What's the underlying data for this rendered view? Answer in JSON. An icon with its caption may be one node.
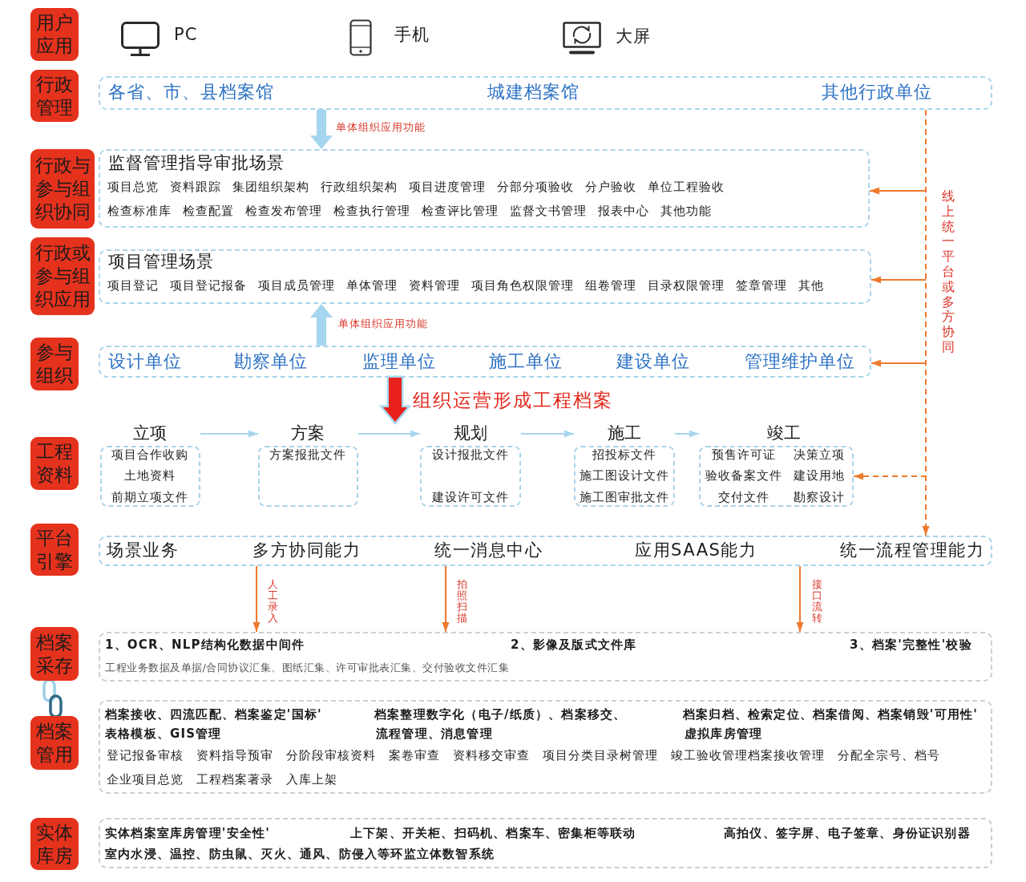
{
  "diagram": {
    "nodes": [
      {
        "text": [
          "用户应用"
        ]
      },
      {
        "text": [
          "行政管理"
        ]
      },
      {
        "text": [
          "各省、市、县档案馆",
          "城建档案馆",
          "其他行政单位"
        ]
      },
      {
        "text": [
          "行政与参与组织协同"
        ]
      },
      {
        "text": [
          "监督管理指导审批场景",
          "项目总览",
          "资料跟踪",
          "集团组织架构",
          "行政组织架构",
          "项目进度管理",
          "分部分项验收",
          "分户验收",
          "单位工程验收",
          "检查标准库",
          "检查配置",
          "检查发布管理",
          "检查执行管理",
          "检查评比管理",
          "监督文书管理",
          "报表中心",
          "其他功能"
        ]
      },
      {
        "text": [
          "行政或参与组织应用"
        ]
      },
      {
        "text": [
          "项目管理场景",
          "项目登记",
          "项目登记报备",
          "项目成员管理",
          "单体管理",
          "资料管理",
          "项目角色权限管理",
          "组卷管理",
          "目录权限管理",
          "签章管理",
          "其他"
        ]
      },
      {
        "text": [
          "参与组织"
        ]
      },
      {
        "text": [
          "设计单位",
          "勘察单位",
          "监理单位",
          "施工单位",
          "建设单位",
          "管理维护单位"
        ]
      },
      {
        "text": [
          "工程资料"
        ]
      },
      {
        "text": [
          "立项",
          "项目合作收购",
          "土地资料",
          "前期立项文件"
        ]
      },
      {
        "text": [
          "方案",
          "方案报批文件"
        ]
      },
      {
        "text": [
          "规划",
          "设计报批文件",
          "建设许可文件"
        ]
      },
      {
        "text": [
          "施工",
          "招投标文件",
          "施工图设计文件",
          "施工图审批文件"
        ]
      },
      {
        "text": [
          "竣工",
          "预售许可证",
          "决策立项",
          "验收备案文件",
          "建设用地",
          "交付文件",
          "勘察设计"
        ]
      },
      {
        "text": [
          "平台引擎"
        ]
      },
      {
        "text": [
          "场景业务",
          "多方协同能力",
          "统一消息中心",
          "应用SAAS能力",
          "统一流程管理能力"
        ]
      },
      {
        "text": [
          "档案采存"
        ]
      },
      {
        "text": [
          "1、OCR、NLP结构化数据中间件",
          "2、影像及版式文件库",
          "3、档案'完整性'校验",
          "工程业务数据及单据/合同协议汇集、图纸汇集、许可审批表汇集、交付验收文件汇集"
        ]
      },
      {
        "text": [
          "档案管用"
        ]
      },
      {
        "text": [
          "档案接收、四流匹配、档案鉴定'国标'",
          "档案整理数字化（电子/纸质）、档案移交、",
          "档案归档、检索定位、档案借阅、档案销毁'可用性'",
          "表格模板、GIS管理",
          "流程管理、消息管理",
          "虚拟库房管理",
          "登记报备审核",
          "资料指导预审",
          "分阶段审核资料",
          "案卷审查",
          "资料移交审查",
          "项目分类目录树管理",
          "竣工验收管理档案接收管理",
          "分配全宗号、档号",
          "企业项目总览",
          "工程档案著录",
          "入库上架"
        ]
      },
      {
        "text": [
          "实体库房"
        ]
      },
      {
        "text": [
          "实体档案室库房管理'安全性'",
          "上下架、开关柜、扫码机、档案车、密集柜等联动",
          "高拍仪、签字屏、电子签章、身份证识别器",
          "室内水浸、温控、防虫鼠、灭火、通风、防侵入等环监立体数智系统"
        ]
      }
    ],
    "edges": [
      {
        "from": 2,
        "to": 4,
        "arrow": "to",
        "label": "单体组织应用功能",
        "style": "thick",
        "color": "#a6d6ef"
      },
      {
        "from": 8,
        "to": 6,
        "arrow": "to",
        "label": "单体组织应用功能",
        "style": "thick",
        "color": "#a6d6ef"
      },
      {
        "from": 8,
        "to": null,
        "arrow": "to",
        "label": "组织运营形成工程档案",
        "style": "thick",
        "color": "#e8221b"
      },
      {
        "from": 10,
        "to": 11,
        "arrow": "to",
        "color": "#a6d6ef"
      },
      {
        "from": 11,
        "to": 12,
        "arrow": "to",
        "color": "#a6d6ef"
      },
      {
        "from": 12,
        "to": 13,
        "arrow": "to",
        "color": "#a6d6ef"
      },
      {
        "from": 13,
        "to": 14,
        "arrow": "to",
        "color": "#a6d6ef"
      },
      {
        "from": 2,
        "to": 16,
        "arrow": "to",
        "label": "线上统一平台或多方协同",
        "style": "dashed"
      },
      {
        "from": 2,
        "to": 4,
        "arrow": "to",
        "style": "dashed"
      },
      {
        "from": 2,
        "to": 6,
        "arrow": "to",
        "style": "dashed"
      },
      {
        "from": 2,
        "to": 8,
        "arrow": "to",
        "style": "dashed"
      },
      {
        "from": 2,
        "to": 14,
        "arrow": "to",
        "style": "dashed"
      },
      {
        "from": 16,
        "to": 18,
        "arrow": "to",
        "label": "人工录入"
      },
      {
        "from": 16,
        "to": 18,
        "arrow": "to",
        "label": "拍照扫描"
      },
      {
        "from": 16,
        "to": 18,
        "arrow": "to",
        "label": "接口流转"
      }
    ],
    "labels": [
      "PC",
      "手机",
      "大屏"
    ]
  }
}
